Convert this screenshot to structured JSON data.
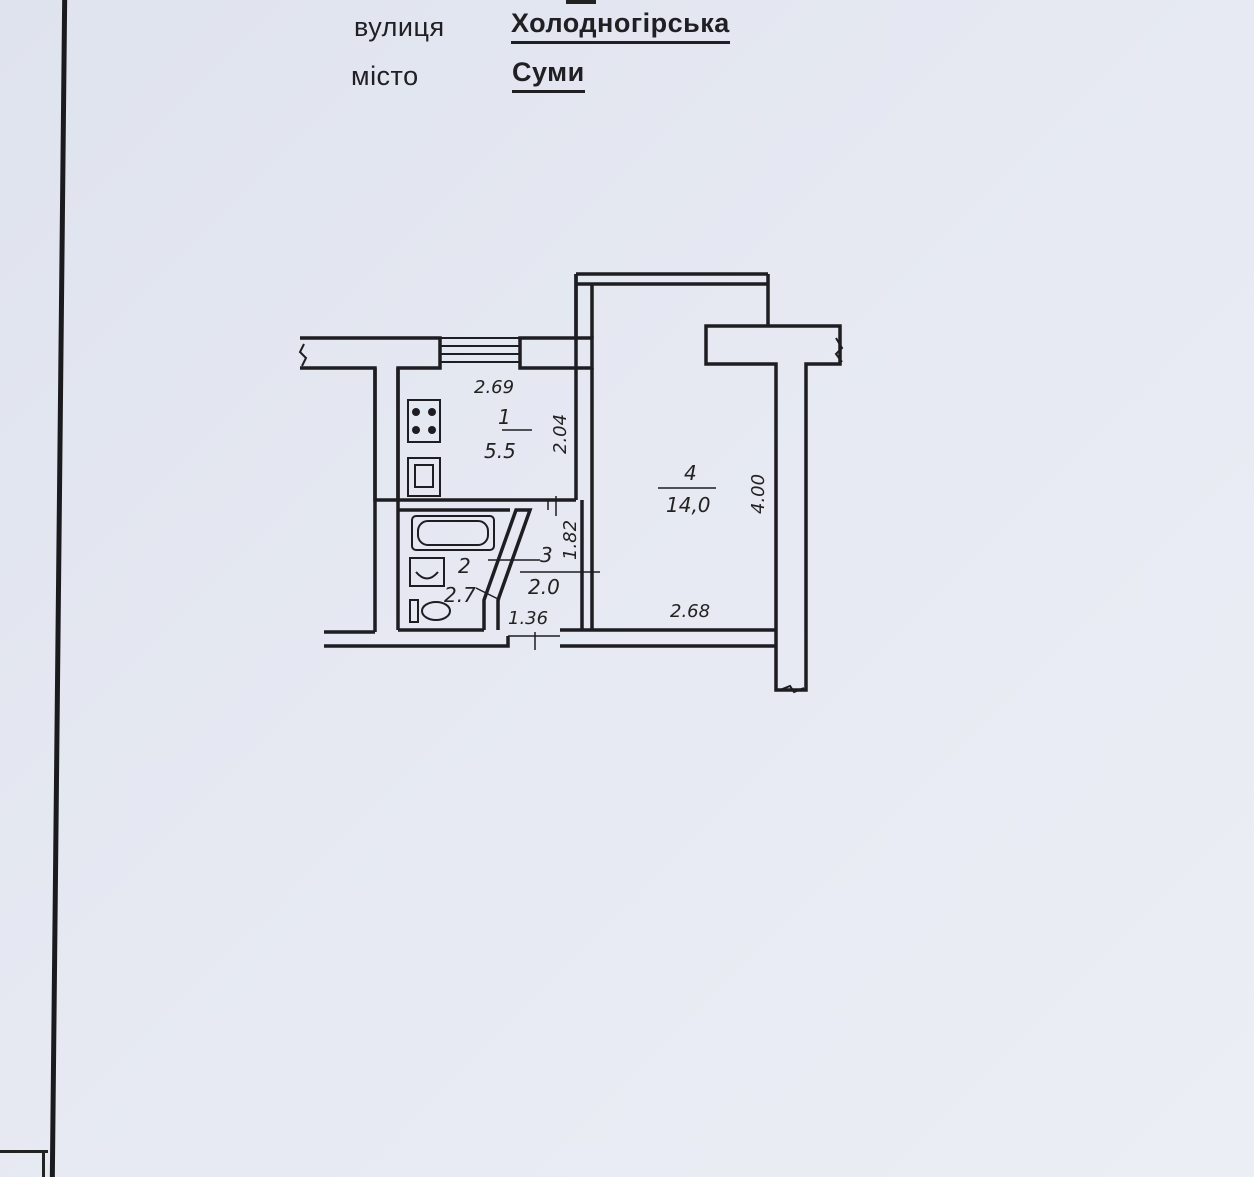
{
  "header": {
    "street_label": "вулиця",
    "street_value": "Холодногірська",
    "city_label": "місто",
    "city_value": "Суми"
  },
  "plan": {
    "rooms": [
      {
        "number": "1",
        "area": "5.5",
        "width": "2.69",
        "length": "2.04"
      },
      {
        "number": "2",
        "area": "2.7"
      },
      {
        "number": "3",
        "area": "2.0",
        "width": "1.36",
        "length": "1.82"
      },
      {
        "number": "4",
        "area": "14,0",
        "width": "2.68",
        "length": "4.00"
      }
    ]
  }
}
